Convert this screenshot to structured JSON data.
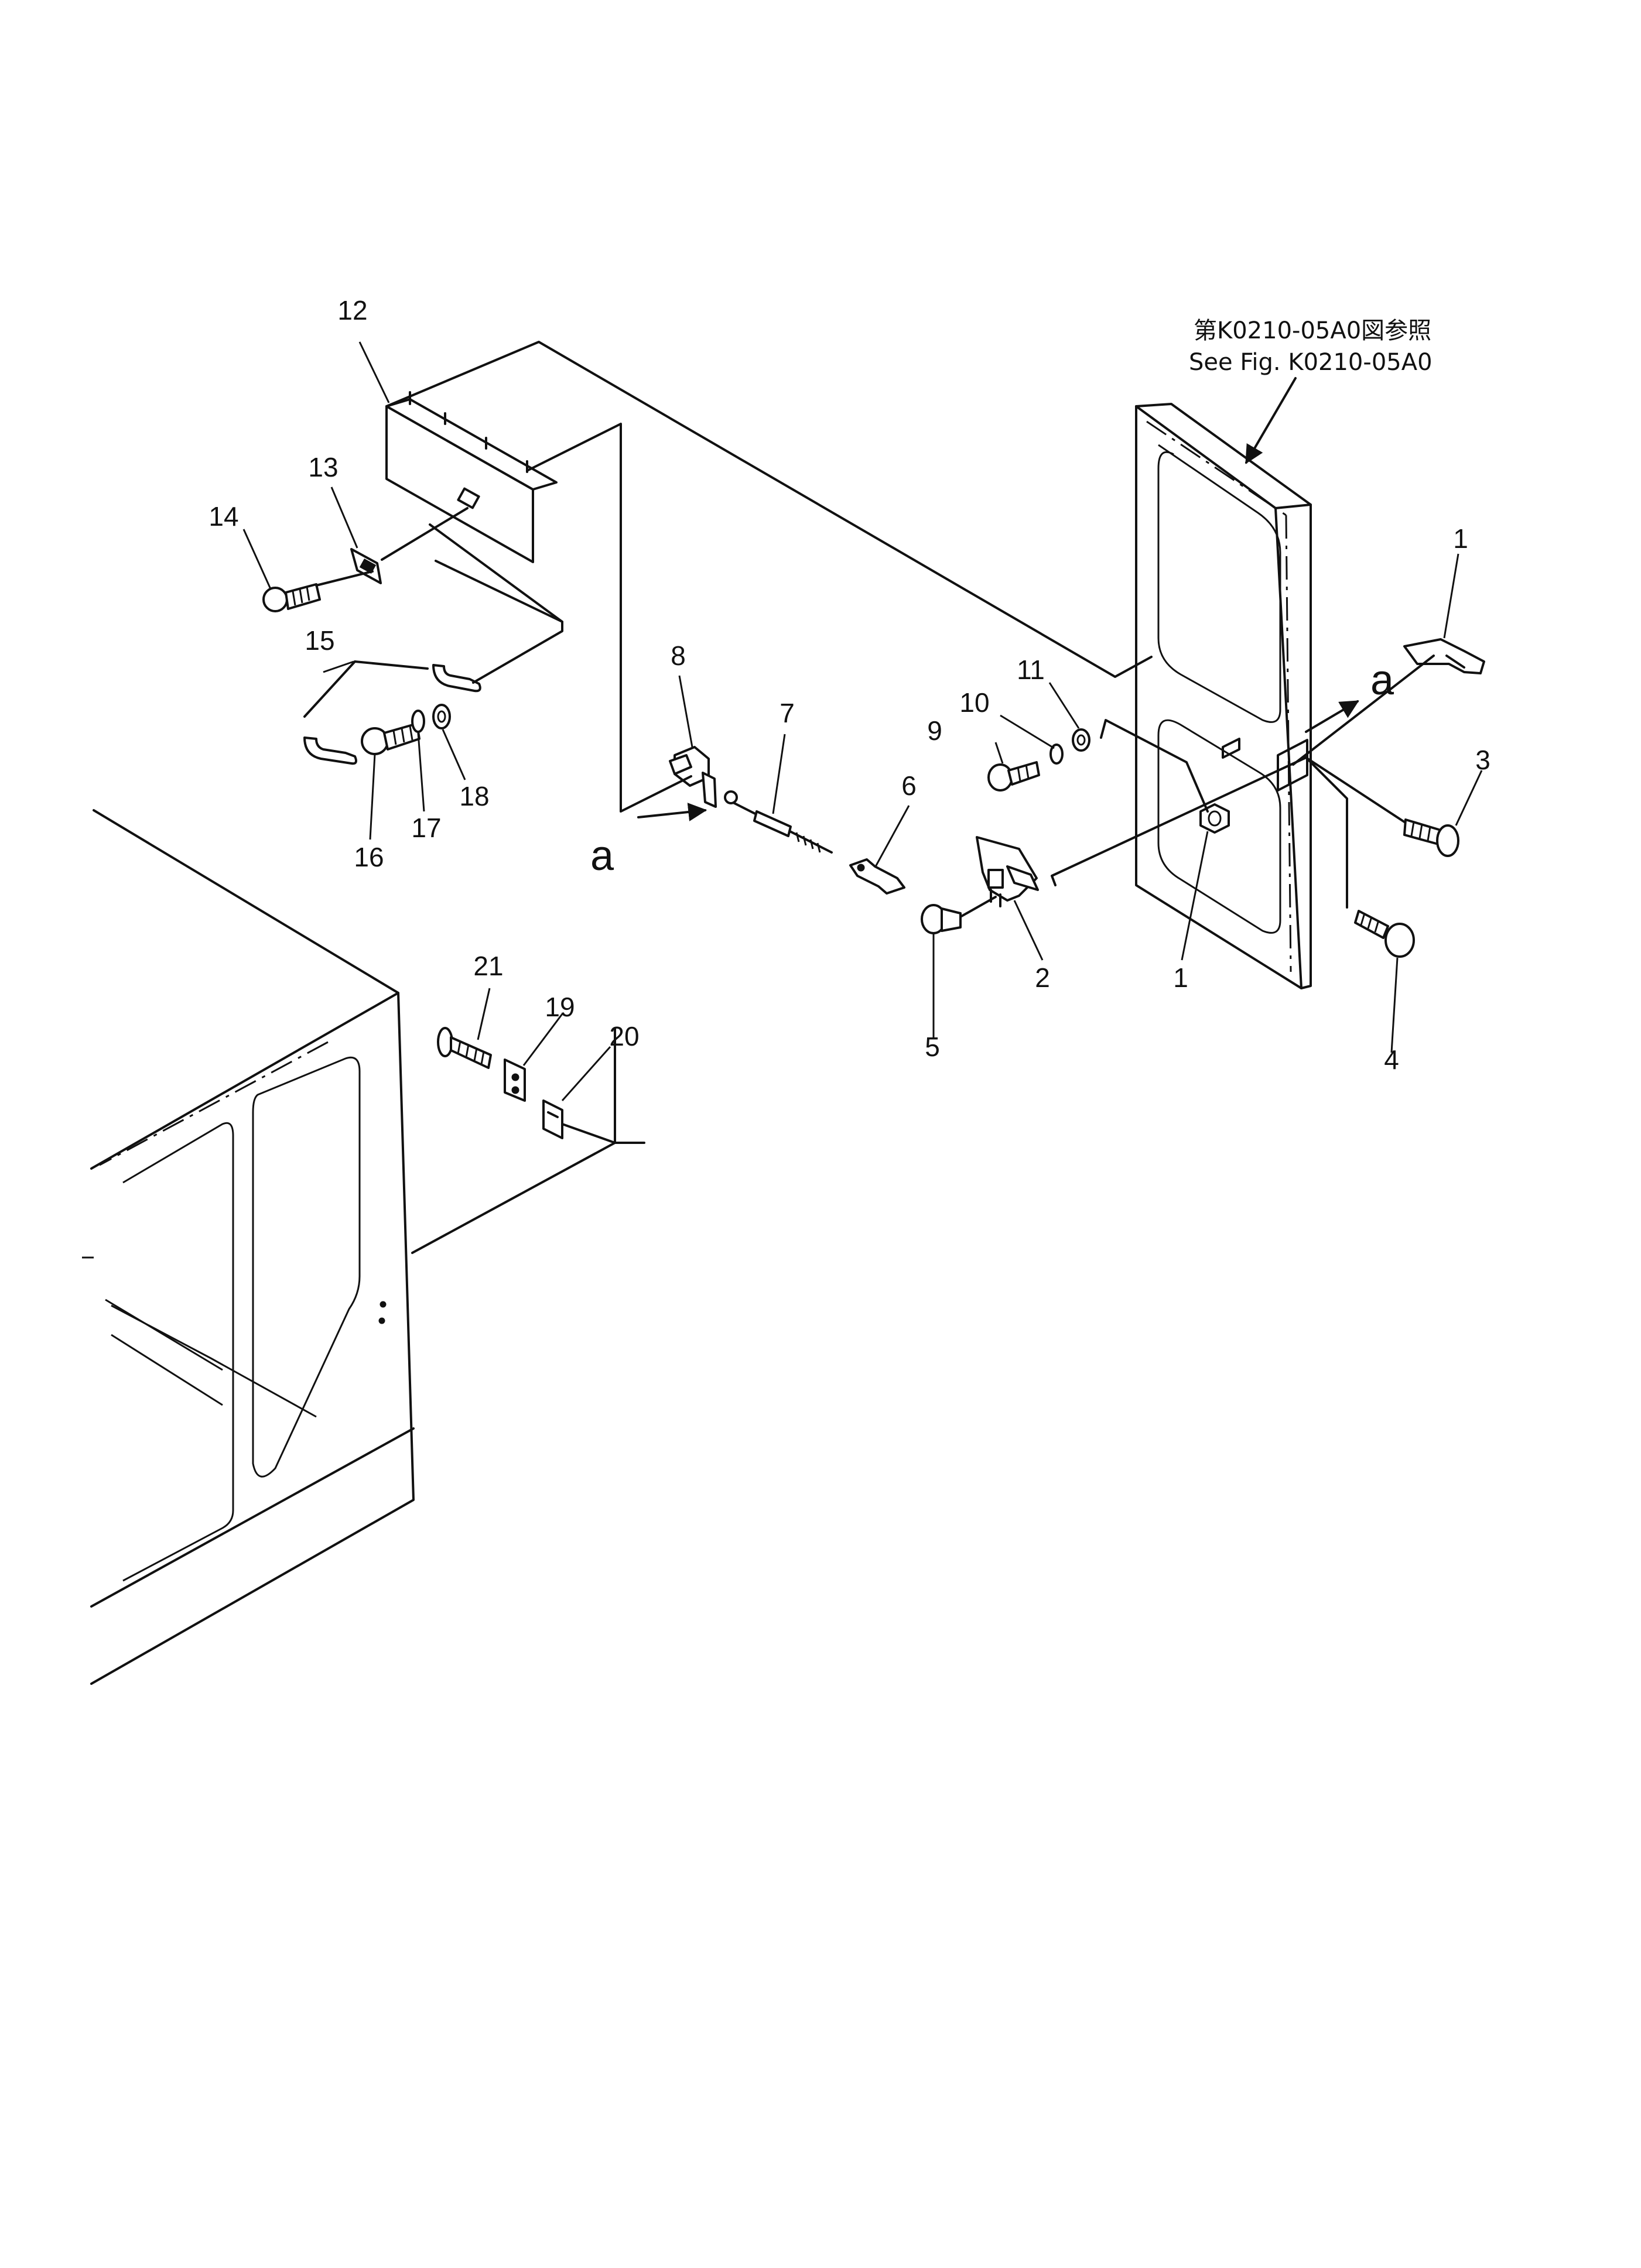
{
  "reference_note": {
    "line1": "第K0210-05A0図参照",
    "line2": "See Fig. K0210-05A0"
  },
  "part_labels": {
    "p1_upper": "1",
    "p1_lower": "1",
    "p2": "2",
    "p3": "3",
    "p4": "4",
    "p5": "5",
    "p6": "6",
    "p7": "7",
    "p8": "8",
    "p9": "9",
    "p10": "10",
    "p11": "11",
    "p12": "12",
    "p13": "13",
    "p14": "14",
    "p15": "15",
    "p16": "16",
    "p17": "17",
    "p18": "18",
    "p19": "19",
    "p20": "20",
    "p21": "21"
  },
  "view_markers": {
    "left": "a",
    "right": "a"
  }
}
